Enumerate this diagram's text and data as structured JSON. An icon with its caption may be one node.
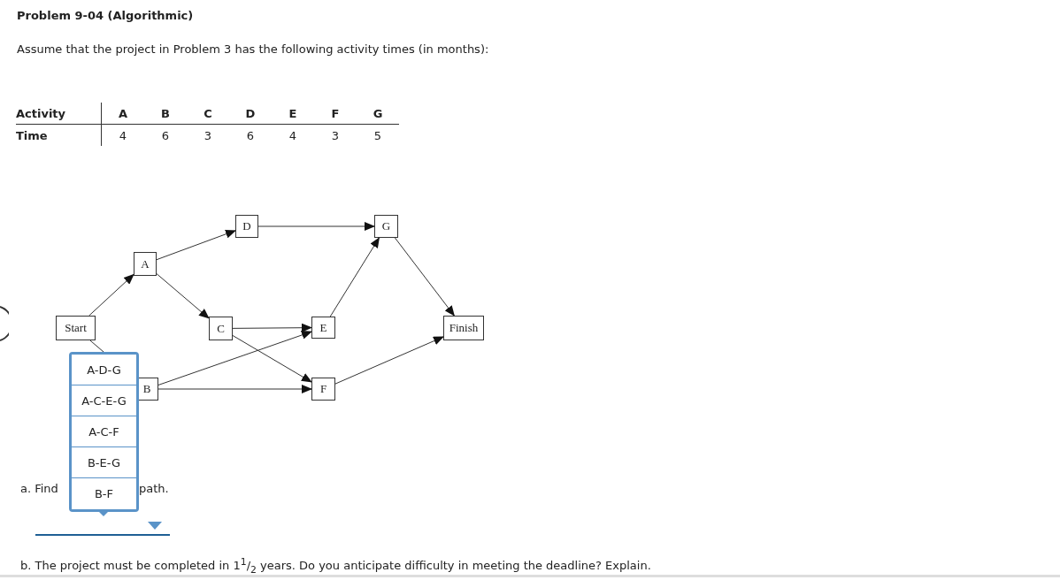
{
  "diagram": {
    "title": "Problem 9-04 (Algorithmic)",
    "nodes": [
      {
        "text": [
          "Start"
        ]
      },
      {
        "text": [
          "A"
        ]
      },
      {
        "text": [
          "B"
        ]
      },
      {
        "text": [
          "C"
        ]
      },
      {
        "text": [
          "D"
        ]
      },
      {
        "text": [
          "E"
        ]
      },
      {
        "text": [
          "F"
        ]
      },
      {
        "text": [
          "G"
        ]
      },
      {
        "text": [
          "Finish"
        ]
      }
    ],
    "edges": [
      {
        "from": 0,
        "to": 1,
        "arrow": "to"
      },
      {
        "from": 0,
        "to": 2,
        "arrow": "to"
      },
      {
        "from": 1,
        "to": 4,
        "arrow": "to"
      },
      {
        "from": 1,
        "to": 3,
        "arrow": "to"
      },
      {
        "from": 2,
        "to": 5,
        "arrow": "to"
      },
      {
        "from": 2,
        "to": 6,
        "arrow": "to"
      },
      {
        "from": 3,
        "to": 5,
        "arrow": "to"
      },
      {
        "from": 3,
        "to": 6,
        "arrow": "to"
      },
      {
        "from": 4,
        "to": 7,
        "arrow": "to"
      },
      {
        "from": 5,
        "to": 7,
        "arrow": "to"
      },
      {
        "from": 6,
        "to": 8,
        "arrow": "to"
      },
      {
        "from": 7,
        "to": 8,
        "arrow": "to"
      }
    ],
    "labels": [
      "Assume that the project in Problem 3 has the following activity times (in months):",
      "Activity",
      "A",
      "B",
      "C",
      "D",
      "E",
      "F",
      "G",
      "Time",
      "4",
      "6",
      "3",
      "6",
      "4",
      "3",
      "5",
      "A-D-G",
      "A-C-E-G",
      "A-C-F",
      "B-E-G",
      "B-F",
      "a. Find",
      "path.",
      "b. The project must be completed in 1$^{1}$/$_{2}$ years. Do you anticipate difficulty in meeting the deadline? Explain."
    ]
  }
}
